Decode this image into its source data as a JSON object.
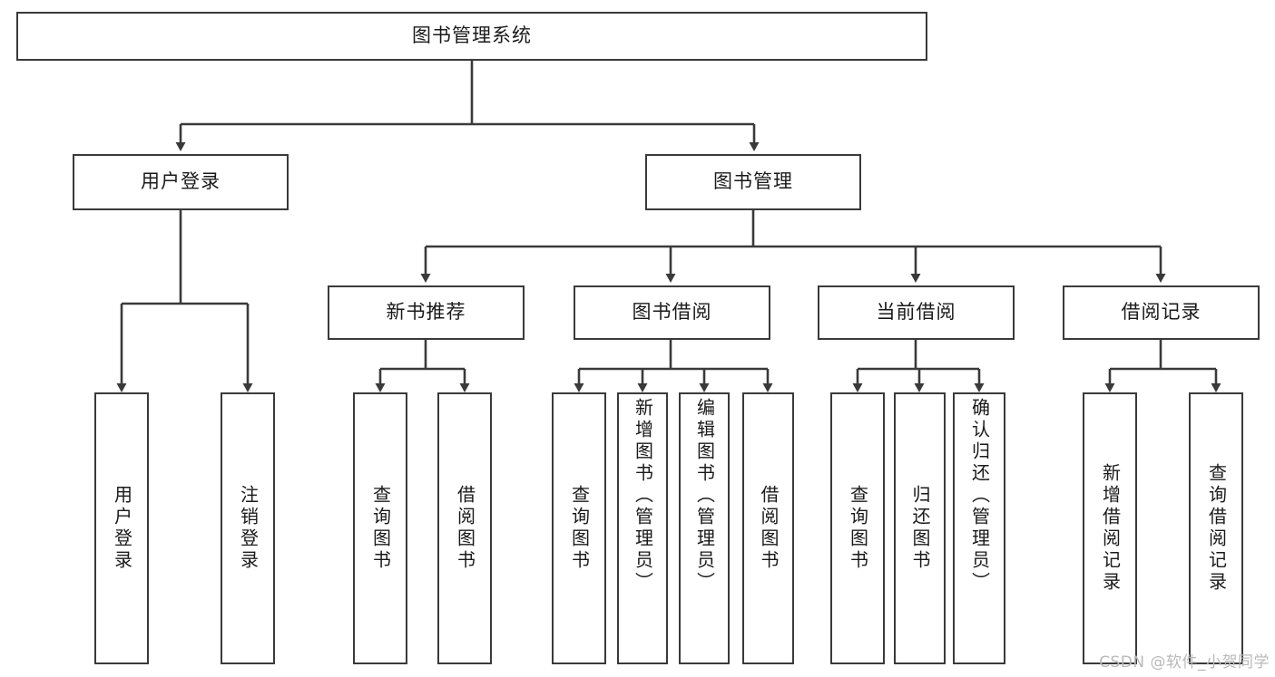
{
  "diagram": {
    "type": "hierarchy-tree",
    "title": "图书管理系统",
    "root": {
      "label": "图书管理系统"
    },
    "level2": [
      {
        "label": "用户登录"
      },
      {
        "label": "图书管理"
      }
    ],
    "level3": [
      {
        "label": "新书推荐"
      },
      {
        "label": "图书借阅"
      },
      {
        "label": "当前借阅"
      },
      {
        "label": "借阅记录"
      }
    ],
    "leaves": {
      "user_login": [
        {
          "label": "用户登录"
        },
        {
          "label": "注销登录"
        }
      ],
      "new_book_recommend": [
        {
          "label": "查询图书"
        },
        {
          "label": "借阅图书"
        }
      ],
      "book_borrow": [
        {
          "label": "查询图书"
        },
        {
          "label": "新增图书（管理员）"
        },
        {
          "label": "编辑图书（管理员）"
        },
        {
          "label": "借阅图书"
        }
      ],
      "current_borrow": [
        {
          "label": "查询图书"
        },
        {
          "label": "归还图书"
        },
        {
          "label": "确认归还（管理员）"
        }
      ],
      "borrow_record": [
        {
          "label": "新增借阅记录"
        },
        {
          "label": "查询借阅记录"
        }
      ]
    }
  },
  "watermark": {
    "text": "CSDN @软件_小贺同学"
  },
  "colors": {
    "stroke": "#3a3a3a",
    "fill": "#ffffff",
    "text": "#1a1a1a",
    "watermark": "#b9b9b9"
  }
}
